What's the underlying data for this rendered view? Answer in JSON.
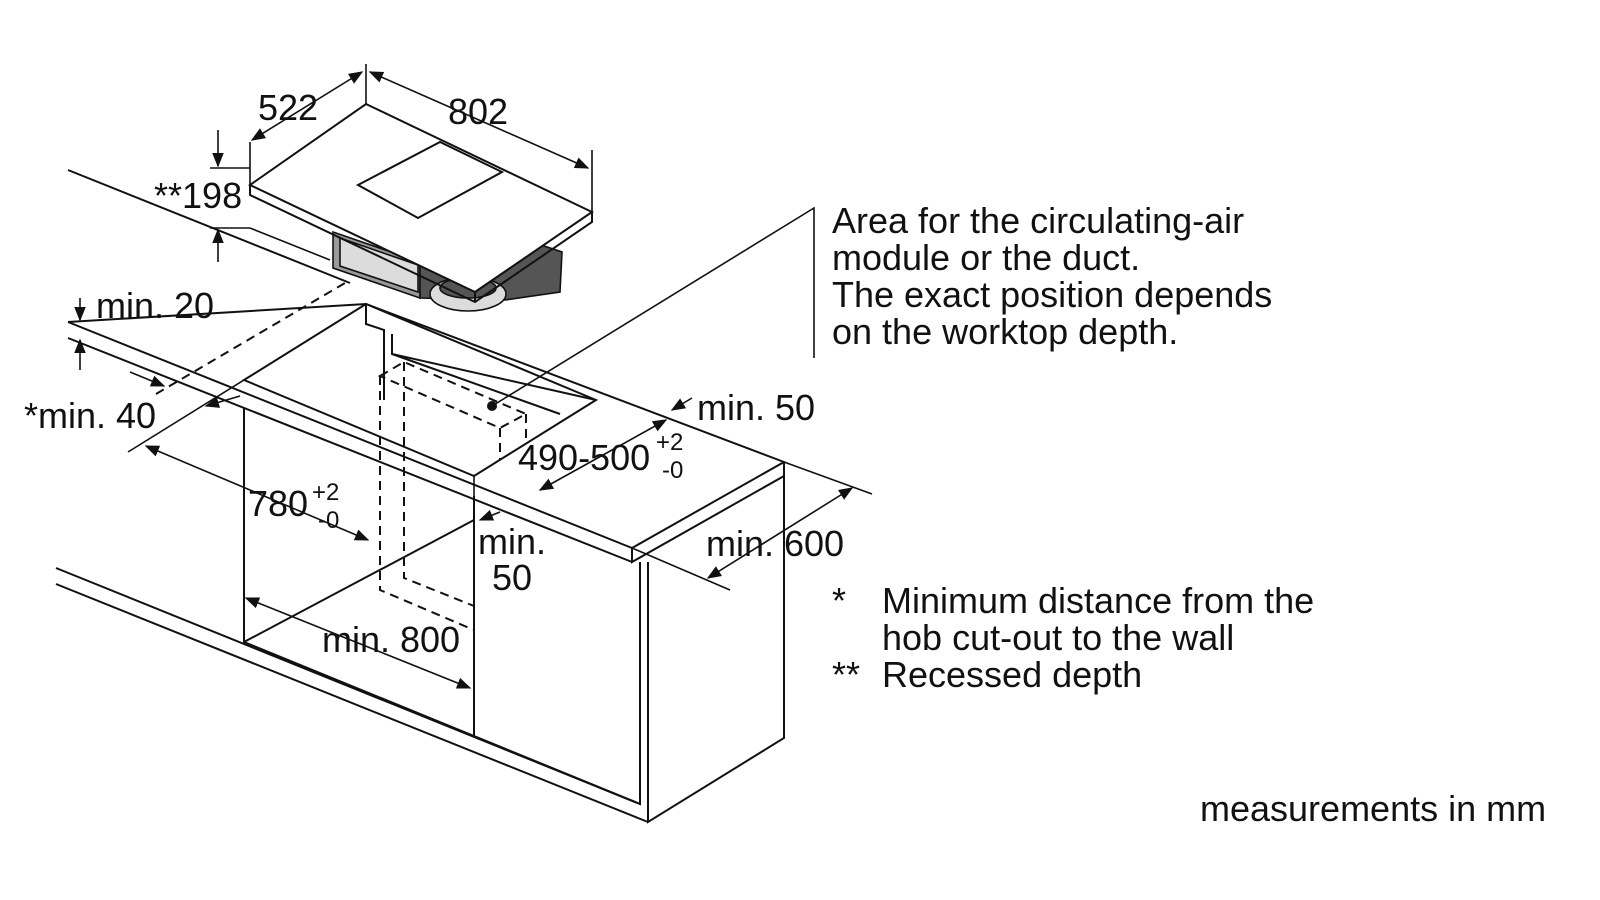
{
  "dimensions": {
    "hob_depth": "522",
    "hob_width": "802",
    "recessed_depth": "**198",
    "min_20": "min. 20",
    "min_40": "*min. 40",
    "min_50_right": "min. 50",
    "cutout_depth_base": "490-500",
    "cutout_width_base": "780",
    "tol_plus": "+2",
    "tol_minus": "-0",
    "min_50_inner_line1": "min.",
    "min_50_inner_line2": "50",
    "min_600": "min. 600",
    "min_800": "min. 800"
  },
  "area_note": {
    "lines": [
      "Area for the circulating-air",
      "module or the duct.",
      "The exact position depends",
      "on the worktop depth."
    ]
  },
  "legend": {
    "items": [
      {
        "marker": "*",
        "text_lines": [
          "Minimum distance from the",
          "hob cut-out to the wall"
        ]
      },
      {
        "marker": "**",
        "text_lines": [
          "Recessed depth"
        ]
      }
    ]
  },
  "units_note": "measurements in mm"
}
